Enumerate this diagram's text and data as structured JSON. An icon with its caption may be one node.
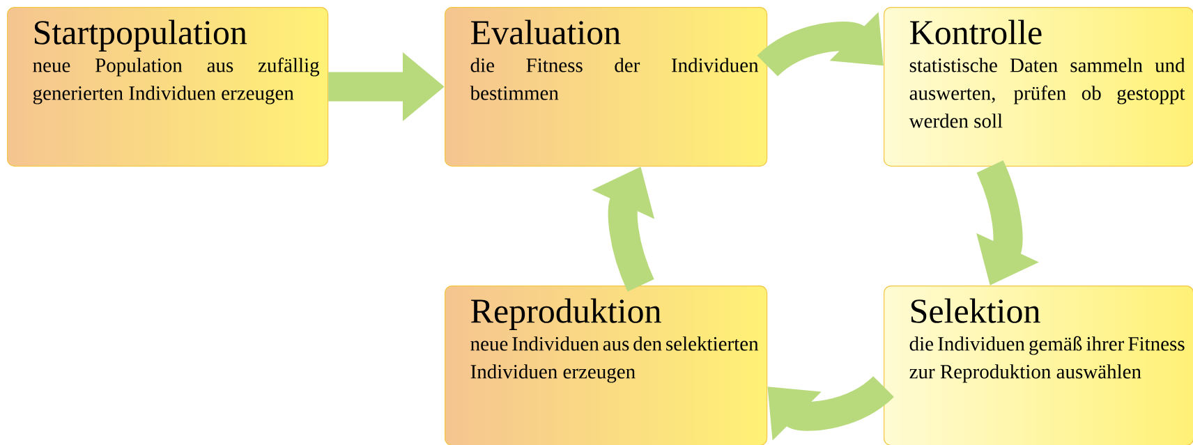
{
  "diagram": {
    "nodes": [
      {
        "text": [
          "Startpopulation",
          "neue Population aus zufällig generierten Individuen erzeugen"
        ]
      },
      {
        "text": [
          "Evaluation",
          "die Fitness der Individuen bestimmen"
        ]
      },
      {
        "text": [
          "Kontrolle",
          "statistische Daten sammeln und auswerten, prüfen ob gestoppt werden soll"
        ]
      },
      {
        "text": [
          "Selektion",
          "die Individuen gemäß ihrer Fitness zur Reproduktion auswählen"
        ]
      },
      {
        "text": [
          "Reproduktion",
          "neue Individuen aus den selektierten Individuen erzeugen"
        ]
      }
    ],
    "edges": [
      {
        "from": 0,
        "to": 1,
        "arrow": "to"
      },
      {
        "from": 1,
        "to": 2,
        "arrow": "to"
      },
      {
        "from": 2,
        "to": 3,
        "arrow": "to"
      },
      {
        "from": 3,
        "to": 4,
        "arrow": "to"
      },
      {
        "from": 4,
        "to": 1,
        "arrow": "to"
      }
    ]
  }
}
